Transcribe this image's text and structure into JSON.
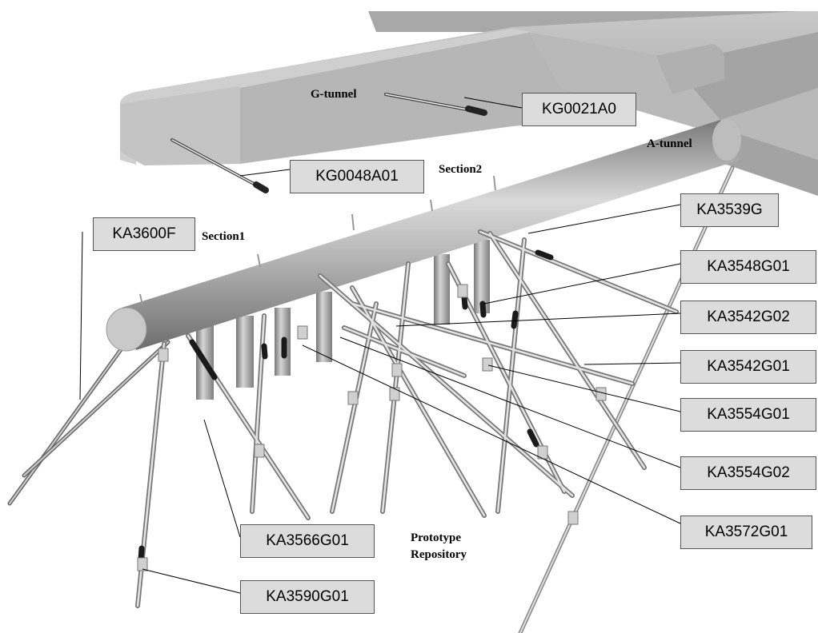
{
  "tunnel_labels": {
    "g_tunnel": "G-tunnel",
    "a_tunnel": "A-tunnel",
    "section1": "Section1",
    "section2": "Section2",
    "prototype_line1": "Prototype",
    "prototype_line2": "Repository"
  },
  "boreholes": [
    "KG0021A0",
    "KG0048A01",
    "KA3600F",
    "KA3539G",
    "KA3548G01",
    "KA3542G02",
    "KA3542G01",
    "KA3554G01",
    "KA3554G02",
    "KA3572G01",
    "KA3566G01",
    "KA3590G01"
  ],
  "colors": {
    "tunnel": "#bdbdbd",
    "label_box": "#dcdcdc",
    "packer_dark": "#1a1a1a"
  }
}
